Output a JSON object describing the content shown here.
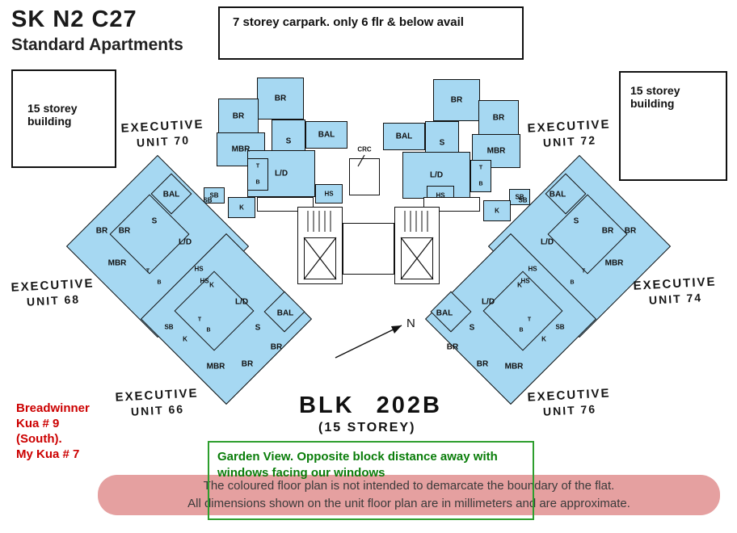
{
  "title": {
    "main": "SK N2 C27",
    "sub": "Standard Apartments"
  },
  "annotations": {
    "carpark_note": "7 storey carpark. only 6 flr & below avail",
    "left_building_note": "15 storey building",
    "right_building_note": "15 storey building",
    "red_note_lines": [
      "Breadwinner",
      "Kua # 9",
      "(South).",
      "My Kua # 7"
    ],
    "garden_note_lines": [
      "Garden View. Opposite block distance away with",
      "windows facing our windows"
    ],
    "disclaimer_lines": [
      "The coloured floor plan is not intended to demarcate the boundary of the flat.",
      "All dimensions shown on the unit floor plan are in millimeters and are approximate."
    ]
  },
  "block": {
    "name": "BLK 202B",
    "storey": "(15 STOREY)"
  },
  "compass": {
    "label": "N"
  },
  "plan": {
    "crc_label": "CRC",
    "units": {
      "unit70": {
        "line1": "EXECUTIVE",
        "line2": "UNIT 70",
        "rooms": [
          "BR",
          "BR",
          "MBR",
          "S",
          "BAL",
          "L/D",
          "T",
          "B",
          "HS",
          "SB",
          "K"
        ]
      },
      "unit72": {
        "line1": "EXECUTIVE",
        "line2": "UNIT 72",
        "rooms": [
          "BR",
          "BR",
          "MBR",
          "S",
          "BAL",
          "L/D",
          "T",
          "B",
          "HS",
          "SB",
          "K"
        ]
      },
      "unit68": {
        "line1": "EXECUTIVE",
        "line2": "UNIT 68",
        "rooms": [
          "BAL",
          "SB",
          "S",
          "BR",
          "BR",
          "L/D",
          "MBR",
          "T",
          "B",
          "HS",
          "K"
        ]
      },
      "unit74": {
        "line1": "EXECUTIVE",
        "line2": "UNIT 74",
        "rooms": [
          "BAL",
          "SB",
          "S",
          "BR",
          "BR",
          "L/D",
          "MBR",
          "T",
          "B",
          "HS",
          "K"
        ]
      },
      "unit66": {
        "line1": "EXECUTIVE",
        "line2": "UNIT 66",
        "rooms": [
          "SB",
          "K",
          "L/D",
          "S",
          "BAL",
          "T",
          "B",
          "MBR",
          "BR",
          "BR",
          "HS"
        ]
      },
      "unit76": {
        "line1": "EXECUTIVE",
        "line2": "UNIT 76",
        "rooms": [
          "SB",
          "K",
          "L/D",
          "S",
          "BAL",
          "T",
          "B",
          "MBR",
          "BR",
          "BR",
          "HS"
        ]
      }
    }
  },
  "colors": {
    "unit_fill": "#a6d8f2",
    "red_note": "#cc0000",
    "green_note": "#0a7d0a",
    "green_border": "#2d9e2d",
    "band_bg": "#e5a0a0",
    "band_text": "#3a3a3a",
    "ink": "#111111"
  }
}
